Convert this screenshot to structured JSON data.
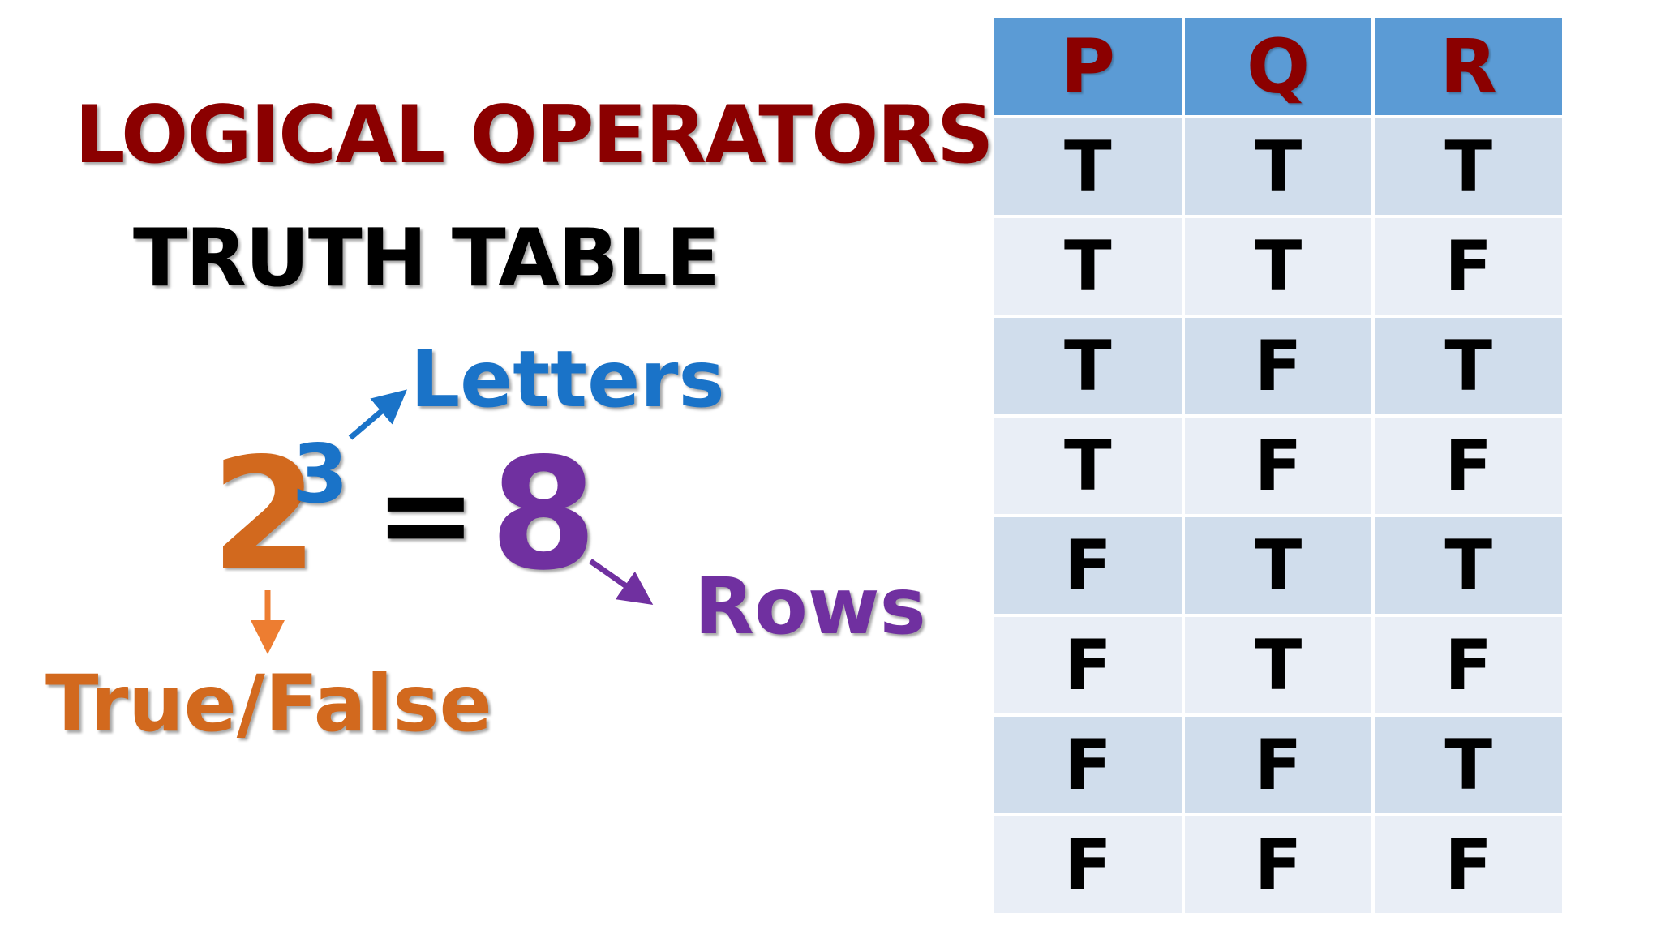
{
  "title": "LOGICAL OPERATORS",
  "subtitle": "TRUTH TABLE",
  "formula": {
    "base": "2",
    "exponent": "3",
    "equals": "=",
    "result": "8"
  },
  "labels": {
    "letters": "Letters",
    "rows": "Rows",
    "true_false": "True/False"
  },
  "colors": {
    "title": "#8b0000",
    "base": "#d2691e",
    "exponent": "#1a73c8",
    "result": "#7030a0",
    "table_header": "#5b9bd5",
    "table_row_dark": "#d0ddec",
    "table_row_light": "#e9eef6"
  },
  "table": {
    "headers": [
      "P",
      "Q",
      "R"
    ],
    "rows": [
      [
        "T",
        "T",
        "T"
      ],
      [
        "T",
        "T",
        "F"
      ],
      [
        "T",
        "F",
        "T"
      ],
      [
        "T",
        "F",
        "F"
      ],
      [
        "F",
        "T",
        "T"
      ],
      [
        "F",
        "T",
        "F"
      ],
      [
        "F",
        "F",
        "T"
      ],
      [
        "F",
        "F",
        "F"
      ]
    ]
  }
}
